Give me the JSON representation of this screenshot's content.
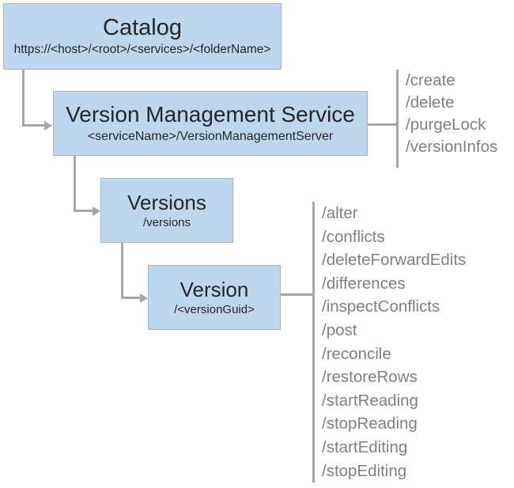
{
  "nodes": {
    "catalog": {
      "title": "Catalog",
      "subtitle": "https://<host>/<root>/<services>/<folderName>"
    },
    "service": {
      "title": "Version Management Service",
      "subtitle": "<serviceName>/VersionManagementServer"
    },
    "versions": {
      "title": "Versions",
      "subtitle": "/versions"
    },
    "version": {
      "title": "Version",
      "subtitle": "/<versionGuid>"
    }
  },
  "operations": {
    "service": [
      "/create",
      "/delete",
      "/purgeLock",
      "/versionInfos"
    ],
    "version": [
      "/alter",
      "/conflicts",
      "/deleteForwardEdits",
      "/differences",
      "/inspectConflicts",
      "/post",
      "/reconcile",
      "/restoreRows",
      "/startReading",
      "/stopReading",
      "/startEditing",
      "/stopEditing"
    ]
  },
  "colors": {
    "node_fill": "#bdd7ee",
    "node_border": "#b0b0b0",
    "connector": "#a6a6a6",
    "operation_text": "#7f7f7f",
    "title_text": "#262626"
  }
}
